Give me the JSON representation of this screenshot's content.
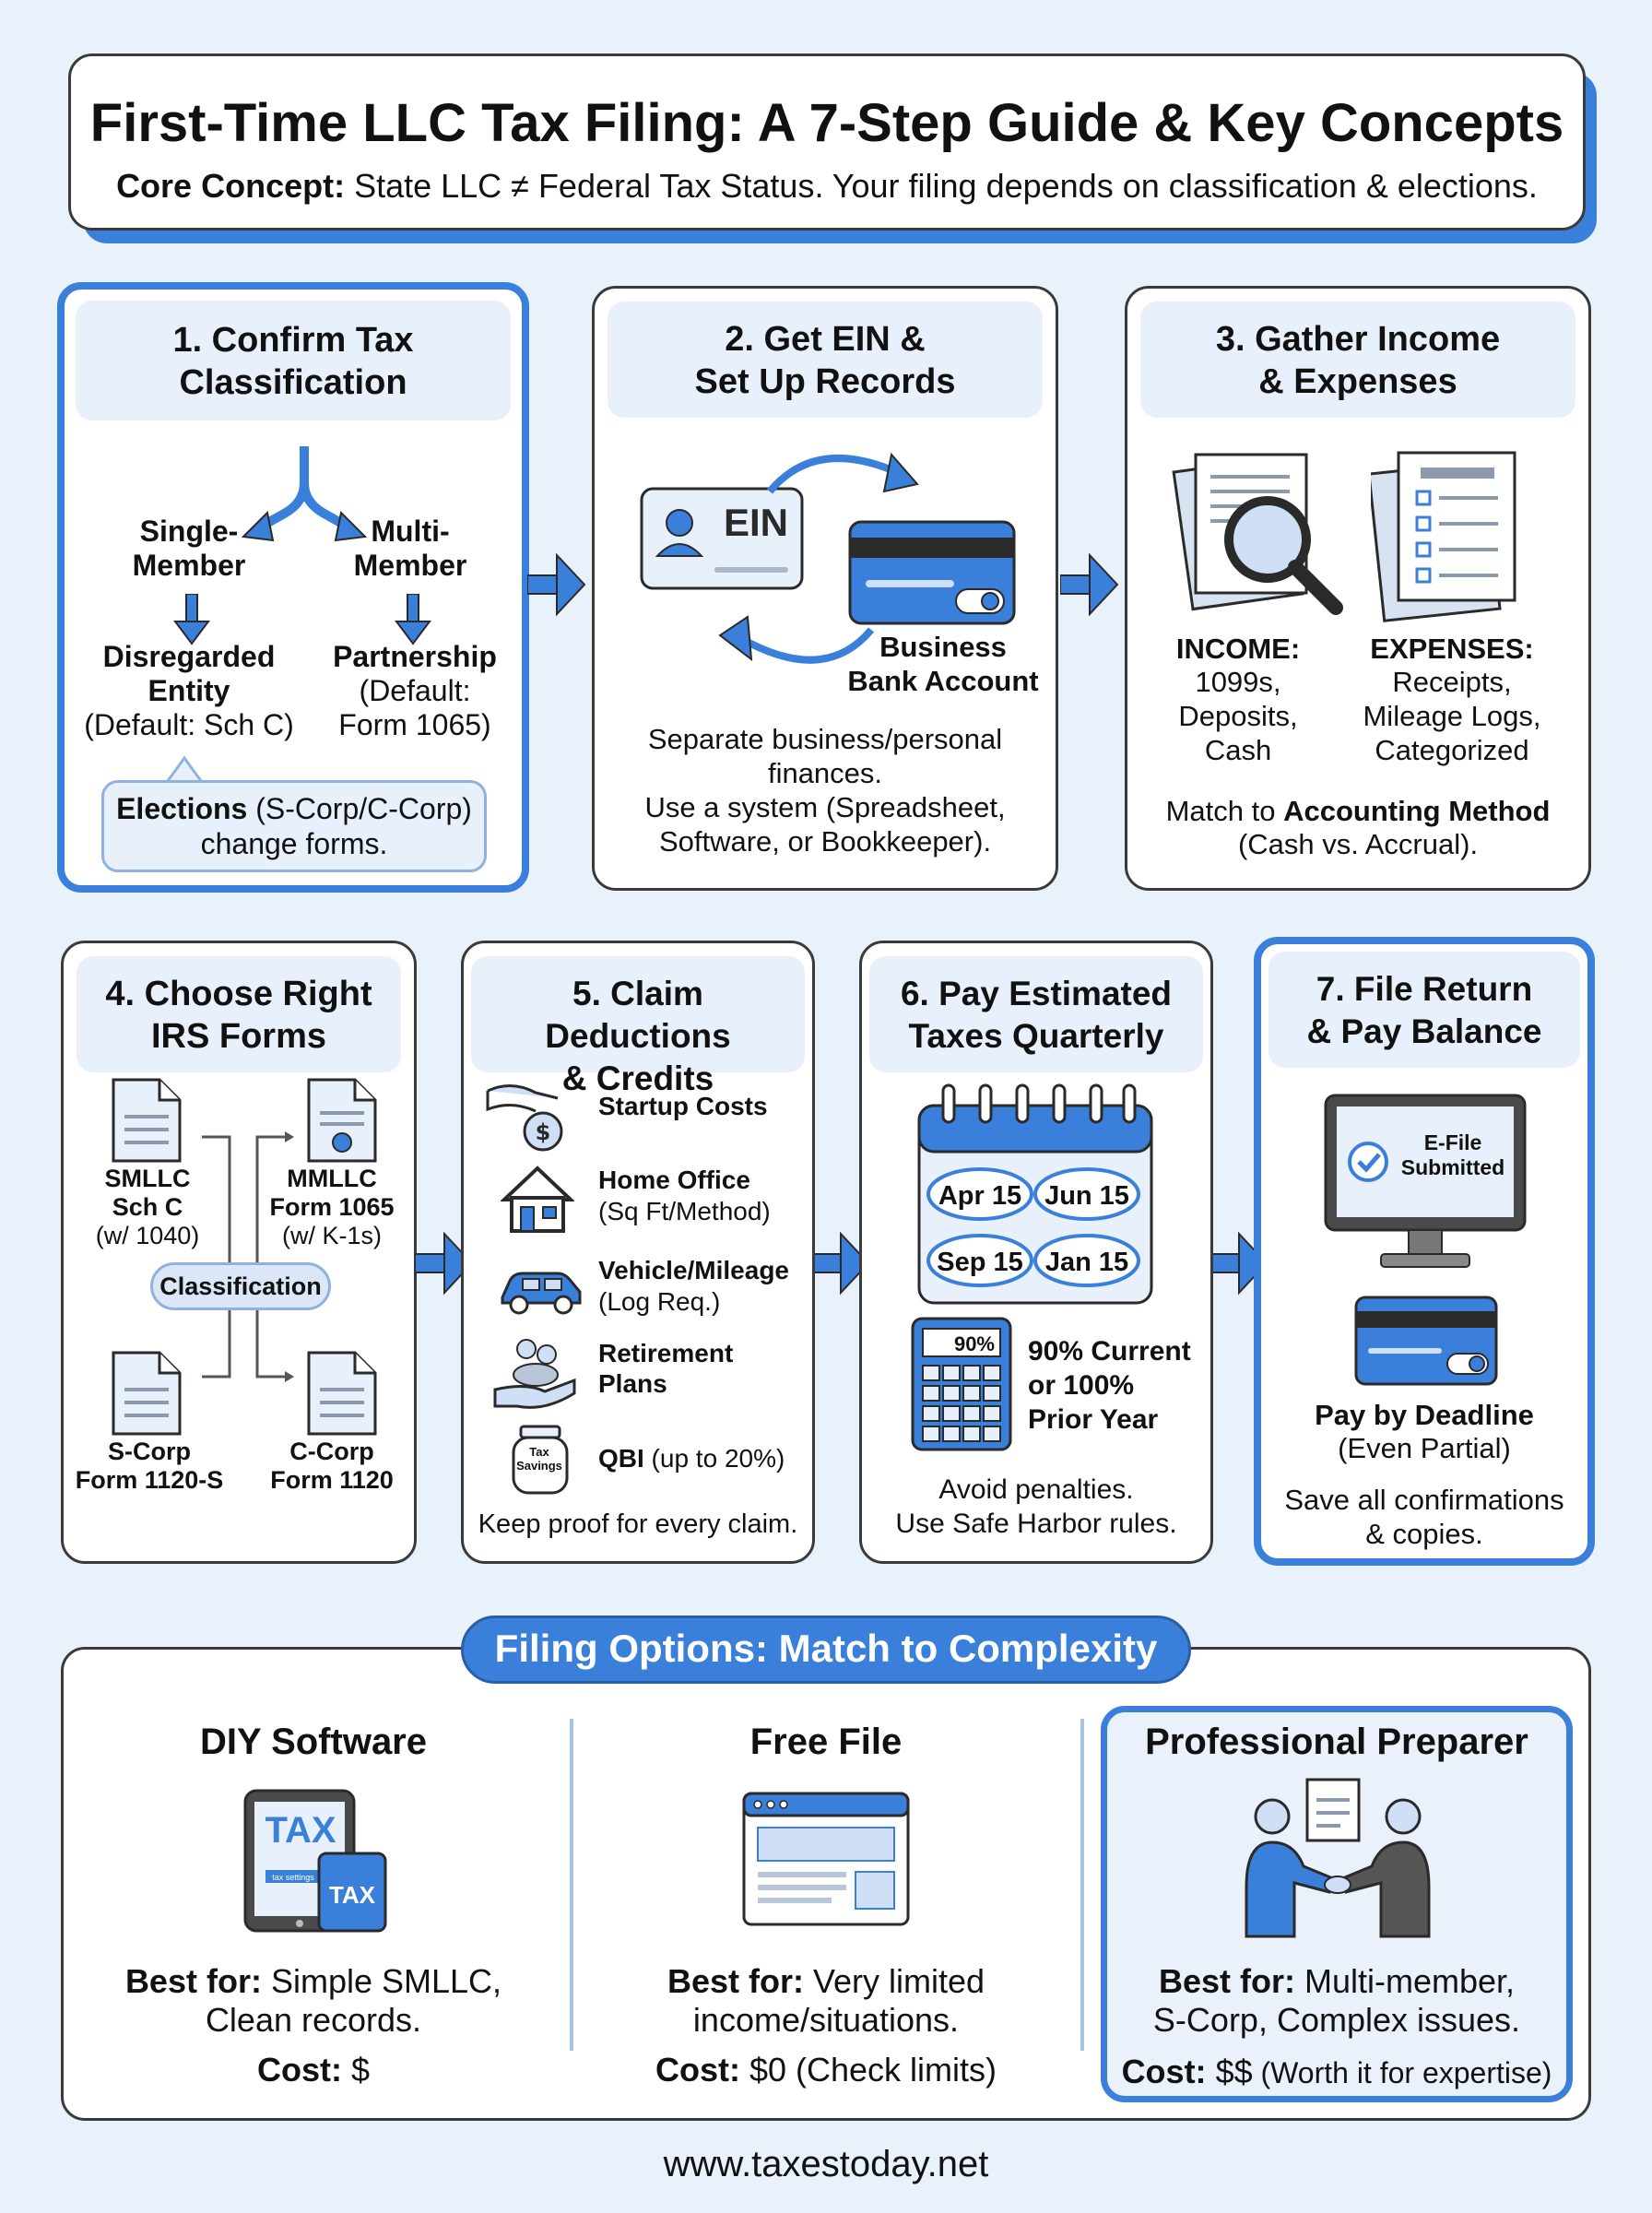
{
  "header": {
    "title": "First-Time LLC Tax Filing: A 7-Step Guide & Key Concepts",
    "concept_label": "Core Concept:",
    "concept_text": " State LLC ≠ Federal Tax Status. Your filing depends on classification & elections."
  },
  "step1": {
    "title": "1. Confirm Tax Classification",
    "single": "Single-\nMember",
    "multi": "Multi-\nMember",
    "disregarded": "Disregarded\nEntity",
    "disregarded_default": "(Default: Sch C)",
    "partnership": "Partnership",
    "partnership_default": "(Default:\nForm 1065)",
    "elections_label": "Elections",
    "elections_text": " (S-Corp/C-Corp)",
    "elections_text2": "change forms."
  },
  "step2": {
    "title": "2. Get EIN &\nSet Up Records",
    "ein": "EIN",
    "bank": "Business\nBank Account",
    "desc": "Separate business/personal\nfinances.\nUse a system (Spreadsheet,\nSoftware, or Bookkeeper)."
  },
  "step3": {
    "title": "3. Gather Income\n& Expenses",
    "income_label": "INCOME:",
    "income_items": "1099s,\nDeposits,\nCash",
    "expenses_label": "EXPENSES:",
    "expenses_items": "Receipts,\nMileage Logs,\nCategorized",
    "match_prefix": "Match to ",
    "match_bold": "Accounting Method",
    "match_suffix": "(Cash vs. Accrual)."
  },
  "step4": {
    "title": "4. Choose Right\nIRS Forms",
    "smllc": "SMLLC\nSch C",
    "smllc_sub": "(w/ 1040)",
    "mmllc": "MMLLC\nForm 1065",
    "mmllc_sub": "(w/ K-1s)",
    "classification": "Classification",
    "scorp": "S-Corp\nForm 1120-S",
    "ccorp": "C-Corp\nForm 1120"
  },
  "step5": {
    "title": "5. Claim Deductions\n& Credits",
    "items": [
      {
        "label": "Startup Costs",
        "sub": ""
      },
      {
        "label": "Home Office",
        "sub": "(Sq Ft/Method)"
      },
      {
        "label": "Vehicle/Mileage",
        "sub": "(Log Req.)"
      },
      {
        "label": "Retirement\nPlans",
        "sub": ""
      },
      {
        "label": "QBI",
        "sub": " (up to 20%)"
      }
    ],
    "jar_label": "Tax\nSavings",
    "footer": "Keep proof for every claim."
  },
  "step6": {
    "title": "6. Pay Estimated\nTaxes Quarterly",
    "dates": [
      "Apr 15",
      "Jun 15",
      "Sep 15",
      "Jan 15"
    ],
    "calc_display": "90%",
    "rule": "90% Current\nor 100%\nPrior Year",
    "footer": "Avoid penalties.\nUse Safe Harbor rules."
  },
  "step7": {
    "title": "7. File Return\n& Pay Balance",
    "screen": "E-File\nSubmitted",
    "pay_bold": "Pay by Deadline",
    "pay_sub": "(Even Partial)",
    "footer": "Save all confirmations\n& copies."
  },
  "options": {
    "banner": "Filing Options: Match to Complexity",
    "diy": {
      "title": "DIY Software",
      "tax1": "TAX",
      "tax2": "TAX",
      "tax_tiny": "tax settings",
      "best_label": "Best for:",
      "best_text": " Simple SMLLC,",
      "best_text2": "Clean records.",
      "cost_label": "Cost:",
      "cost_text": " $"
    },
    "free": {
      "title": "Free File",
      "best_label": "Best for:",
      "best_text": " Very limited",
      "best_text2": "income/situations.",
      "cost_label": "Cost:",
      "cost_text": " $0 (Check limits)"
    },
    "pro": {
      "title": "Professional Preparer",
      "best_label": "Best for:",
      "best_text": " Multi-member,",
      "best_text2": "S-Corp, Complex issues.",
      "cost_label": "Cost:",
      "cost_text": " $$",
      "cost_note": " (Worth it for expertise)"
    }
  },
  "footer_url": "www.taxestoday.net",
  "colors": {
    "accent": "#3a7fd9",
    "light": "#e8f0fb",
    "background": "#e9f1fb"
  }
}
